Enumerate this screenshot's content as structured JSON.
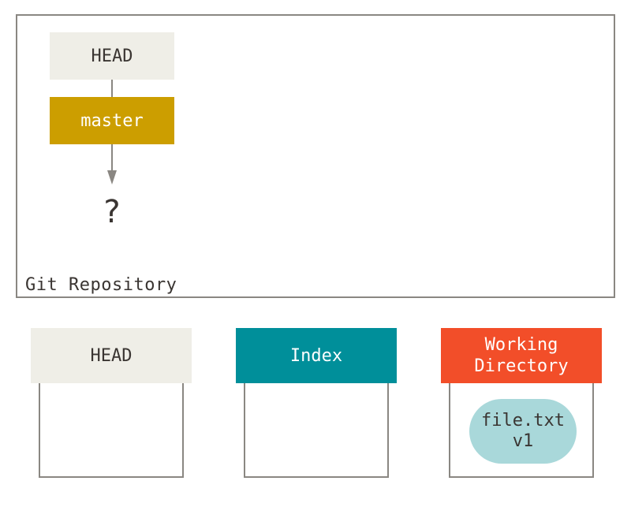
{
  "repository": {
    "label": "Git Repository",
    "head_ref": "HEAD",
    "branch_ref": "master",
    "target": "?"
  },
  "trees": [
    {
      "title": "HEAD",
      "files": []
    },
    {
      "title": "Index",
      "files": []
    },
    {
      "title_line1": "Working",
      "title_line2": "Directory",
      "files": [
        {
          "name": "file.txt",
          "version": "v1"
        }
      ]
    }
  ],
  "colors": {
    "head": "#efeee7",
    "branch": "#cc9e00",
    "index": "#008f9a",
    "working_directory": "#f24e29",
    "file": "#a9d8da",
    "border": "#8a8782",
    "text": "#3a3532"
  }
}
